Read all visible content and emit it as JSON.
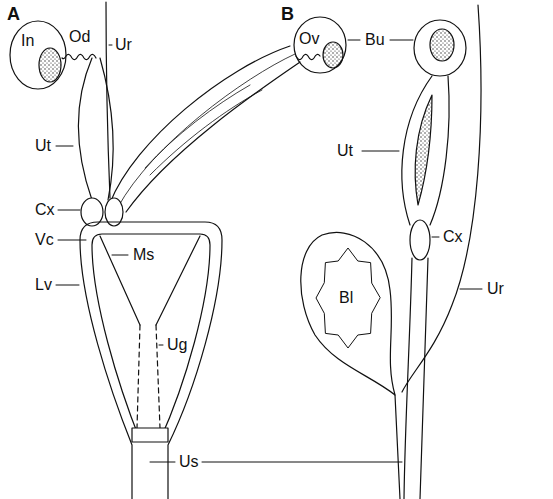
{
  "diagram": {
    "labels": [
      "A",
      "In",
      "Od",
      "Ur",
      "Ut",
      "Cx",
      "Vc",
      "Lv",
      "Ms",
      "Ug",
      "Us",
      "B",
      "Ov",
      "Bu",
      "Ut",
      "Cx",
      "Bl",
      "Ur"
    ]
  }
}
